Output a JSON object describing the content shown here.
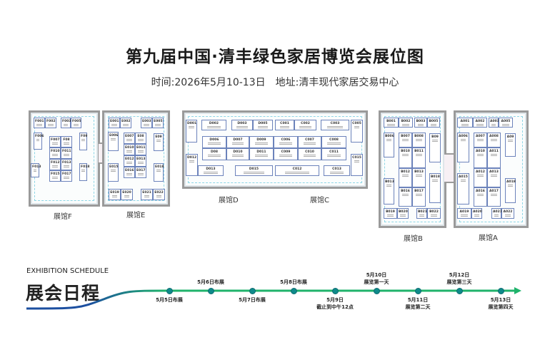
{
  "title": "第九届中国·清丰绿色家居博览会展位图",
  "subtitle": "时间:2026年5月10-13日　地址:清丰现代家居交易中心",
  "halls": {
    "F": {
      "label": "展馆F",
      "booths": [
        "F001",
        "F002",
        "F003",
        "F005",
        "F006",
        "F007",
        "F08",
        "F09",
        "F010",
        "F011",
        "F012",
        "F013",
        "F015",
        "F017",
        "F018",
        "F013"
      ]
    },
    "E": {
      "label": "展馆E",
      "booths": [
        "E001",
        "E002",
        "E003",
        "E005",
        "E006",
        "E007",
        "E08",
        "E09",
        "E010",
        "E011",
        "E012",
        "E013",
        "E016",
        "E017",
        "E015",
        "E018",
        "E019",
        "E020",
        "E021",
        "E022"
      ]
    },
    "D": {
      "label": "展馆D"
    },
    "C": {
      "label": "展馆C"
    },
    "DC": {
      "booths": [
        "D001",
        "D002",
        "D003",
        "D005",
        "C001",
        "C002",
        "C003",
        "C005",
        "D006",
        "D007",
        "D009",
        "C006",
        "C007",
        "C008",
        "D08",
        "D010",
        "D011",
        "C009",
        "C010",
        "C011",
        "D012",
        "C015",
        "D013",
        "D015",
        "C012",
        "C013"
      ]
    },
    "B": {
      "label": "展馆B",
      "booths": [
        "B001",
        "B002",
        "B003",
        "B005",
        "B006",
        "B007",
        "B008",
        "B010",
        "B011",
        "B012",
        "B013",
        "B016",
        "B017",
        "B09",
        "B013",
        "B018",
        "B019",
        "B020",
        "B021",
        "B022"
      ]
    },
    "A": {
      "label": "展馆A",
      "booths": [
        "A001",
        "A002",
        "A003",
        "A005",
        "A006",
        "A007",
        "A008",
        "A010",
        "A011",
        "A012",
        "A013",
        "A016",
        "A017",
        "A09",
        "A015",
        "A018",
        "A019",
        "A020",
        "A021",
        "A022"
      ]
    }
  },
  "schedule": {
    "title_en": "EXHIBITION SCHEDULE",
    "title_cn": "展会日程",
    "colors": {
      "blue": "#1c4fa0",
      "green": "#1fb36b",
      "dot": "#0f8a8a"
    },
    "events": [
      {
        "date": "5月5日布展",
        "note": "",
        "pos": "below"
      },
      {
        "date": "5月6日布展",
        "note": "",
        "pos": "above"
      },
      {
        "date": "5月7日布展",
        "note": "",
        "pos": "below"
      },
      {
        "date": "5月8日布展",
        "note": "",
        "pos": "above"
      },
      {
        "date": "5月9日",
        "note": "截止到中午12点",
        "pos": "below"
      },
      {
        "date": "5月10日",
        "note": "展览第一天",
        "pos": "above"
      },
      {
        "date": "5月11日",
        "note": "展览第二天",
        "pos": "below"
      },
      {
        "date": "5月12日",
        "note": "展览第三天",
        "pos": "above"
      },
      {
        "date": "5月13日",
        "note": "展览第四天",
        "pos": "below"
      }
    ]
  }
}
